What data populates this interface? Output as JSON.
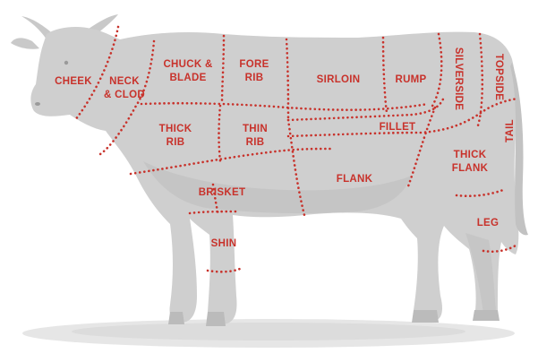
{
  "colors": {
    "label": "#c8322b",
    "cut_line": "#c8322b",
    "silhouette": "#cfcfcf",
    "silhouette_shade": "#bdbdbd",
    "ground": "#dcdcdc"
  },
  "cuts": {
    "cheek": "CHEEK",
    "neck_clod_line1": "NECK",
    "neck_clod_line2": "& CLOD",
    "chuck_blade_line1": "CHUCK &",
    "chuck_blade_line2": "BLADE",
    "fore_rib_line1": "FORE",
    "fore_rib_line2": "RIB",
    "sirloin": "SIRLOIN",
    "rump": "RUMP",
    "silverside": "SILVERSIDE",
    "topside": "TOPSIDE",
    "tail": "TAIL",
    "thick_rib_line1": "THICK",
    "thick_rib_line2": "RIB",
    "thin_rib_line1": "THIN",
    "thin_rib_line2": "RIB",
    "fillet": "FILLET",
    "thick_flank_line1": "THICK",
    "thick_flank_line2": "FLANK",
    "flank": "FLANK",
    "brisket": "BRISKET",
    "shin": "SHIN",
    "leg": "LEG"
  }
}
